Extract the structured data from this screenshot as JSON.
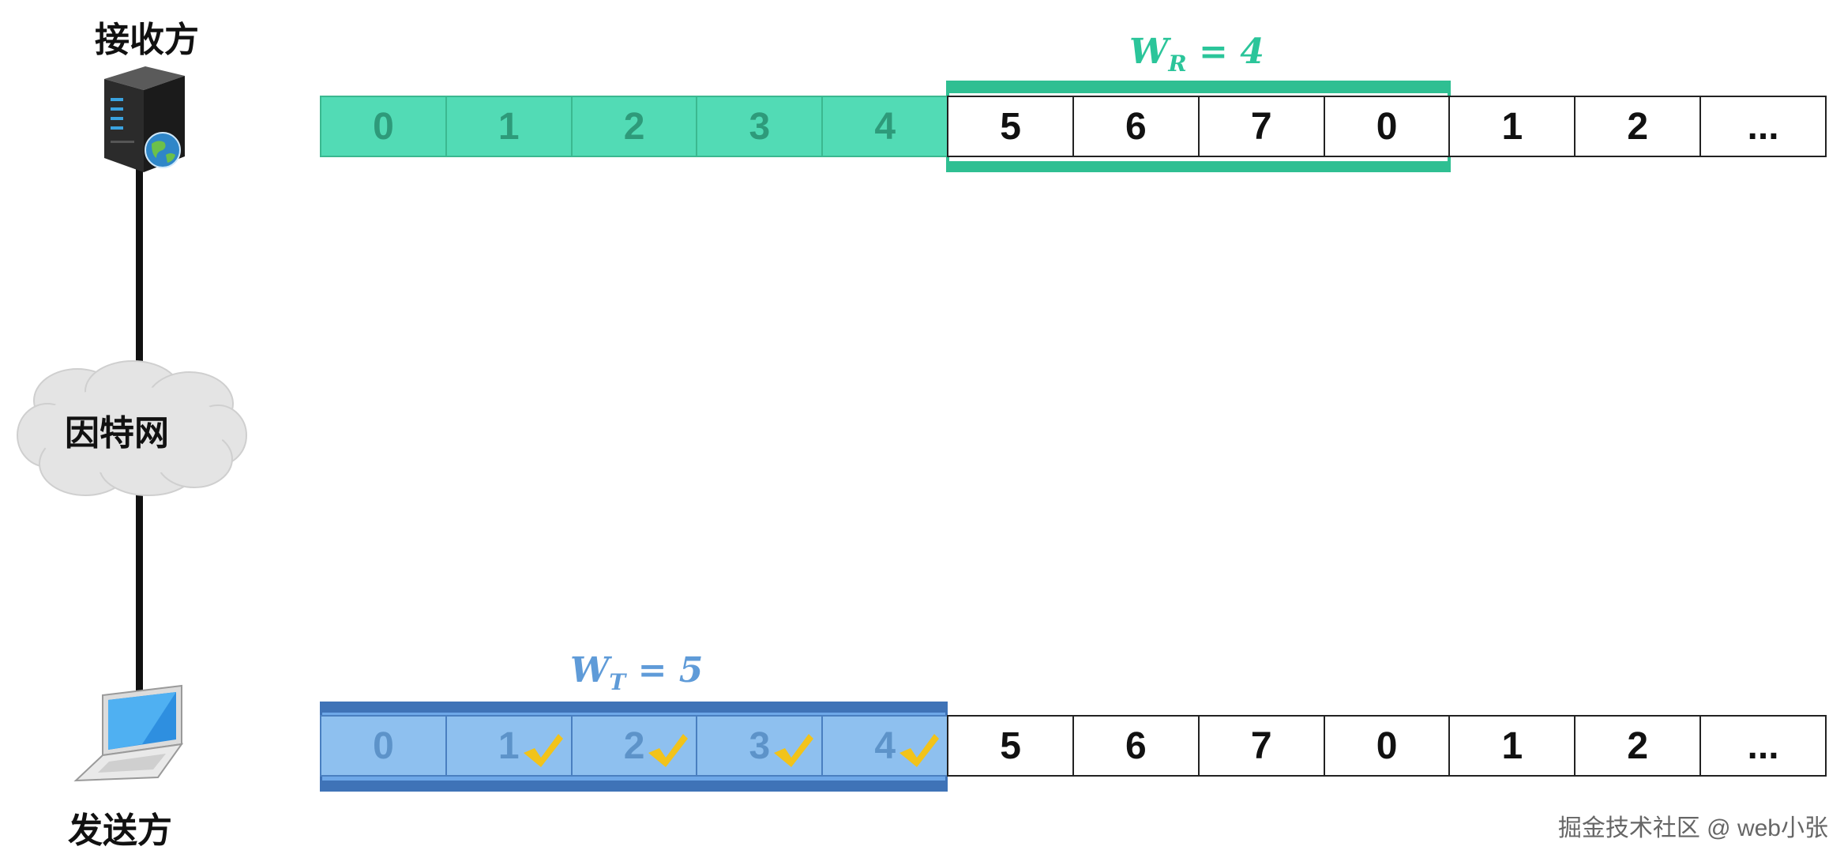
{
  "receiver": {
    "label": "接收方",
    "window": {
      "symbol": "W",
      "subscript": "R",
      "rest": " = 4",
      "color": "#2bc59a"
    },
    "cells": [
      {
        "text": "0",
        "state": "done"
      },
      {
        "text": "1",
        "state": "done"
      },
      {
        "text": "2",
        "state": "done"
      },
      {
        "text": "3",
        "state": "done"
      },
      {
        "text": "4",
        "state": "done"
      },
      {
        "text": "5",
        "state": ""
      },
      {
        "text": "6",
        "state": ""
      },
      {
        "text": "7",
        "state": ""
      },
      {
        "text": "0",
        "state": ""
      },
      {
        "text": "1",
        "state": ""
      },
      {
        "text": "2",
        "state": ""
      },
      {
        "text": "...",
        "state": ""
      }
    ]
  },
  "network": {
    "label": "因特网"
  },
  "sender": {
    "label": "发送方",
    "window": {
      "symbol": "W",
      "subscript": "T",
      "rest": " = 5",
      "color": "#5f9bd8"
    },
    "cells": [
      {
        "text": "0",
        "state": "sent",
        "ack": false
      },
      {
        "text": "1",
        "state": "sent",
        "ack": true
      },
      {
        "text": "2",
        "state": "sent",
        "ack": true
      },
      {
        "text": "3",
        "state": "sent",
        "ack": true
      },
      {
        "text": "4",
        "state": "sent",
        "ack": true
      },
      {
        "text": "5",
        "state": "",
        "ack": false
      },
      {
        "text": "6",
        "state": "",
        "ack": false
      },
      {
        "text": "7",
        "state": "",
        "ack": false
      },
      {
        "text": "0",
        "state": "",
        "ack": false
      },
      {
        "text": "1",
        "state": "",
        "ack": false
      },
      {
        "text": "2",
        "state": "",
        "ack": false
      },
      {
        "text": "...",
        "state": "",
        "ack": false
      }
    ]
  },
  "watermark": "掘金技术社区 @ web小张"
}
